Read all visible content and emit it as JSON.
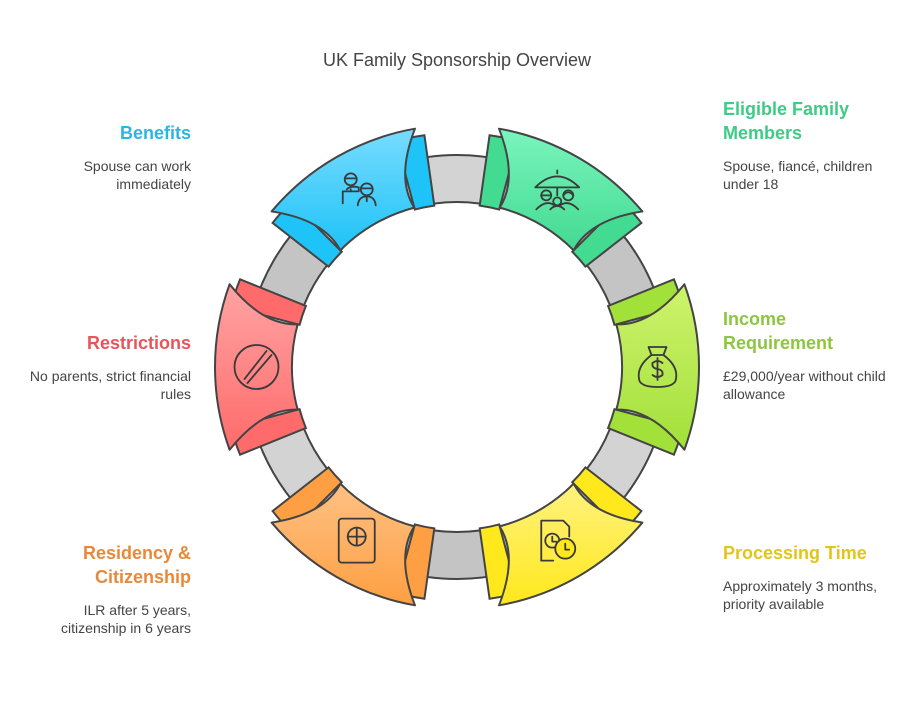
{
  "title": "UK Family Sponsorship Overview",
  "items": [
    {
      "id": "benefits",
      "title": "Benefits",
      "description": "Spouse can work immediately",
      "color": "#2bb5e3",
      "fill_top": "#78dcff",
      "fill_bottom": "#1ec3f7",
      "icon": "teacher-student-icon",
      "side": "left"
    },
    {
      "id": "eligible",
      "title": "Eligible Family Members",
      "description": "Spouse, fiancé, children under 18",
      "color": "#3ecb86",
      "fill_top": "#7af5be",
      "fill_bottom": "#43da91",
      "icon": "umbrella-family-icon",
      "side": "right"
    },
    {
      "id": "income",
      "title": "Income Requirement",
      "description": "£29,000/year without child allowance",
      "color": "#8cc63f",
      "fill_top": "#cff36d",
      "fill_bottom": "#a2e03a",
      "icon": "money-bag-icon",
      "side": "right"
    },
    {
      "id": "processing",
      "title": "Processing Time",
      "description": "Approximately 3 months, priority available",
      "color": "#e0c619",
      "fill_top": "#fff27f",
      "fill_bottom": "#ffe81c",
      "icon": "document-clock-icon",
      "side": "right"
    },
    {
      "id": "residency",
      "title": "Residency & Citizenship",
      "description": "ILR after 5 years, citizenship in 6 years",
      "color": "#e8893a",
      "fill_top": "#ffc184",
      "fill_bottom": "#fd9f42",
      "icon": "passport-icon",
      "side": "left"
    },
    {
      "id": "restrictions",
      "title": "Restrictions",
      "description": "No parents, strict financial rules",
      "color": "#e8545a",
      "fill_top": "#ffa3a3",
      "fill_bottom": "#ff6b6b",
      "icon": "prohibited-icon",
      "side": "left"
    }
  ],
  "connector_color": "#d0d0d0"
}
